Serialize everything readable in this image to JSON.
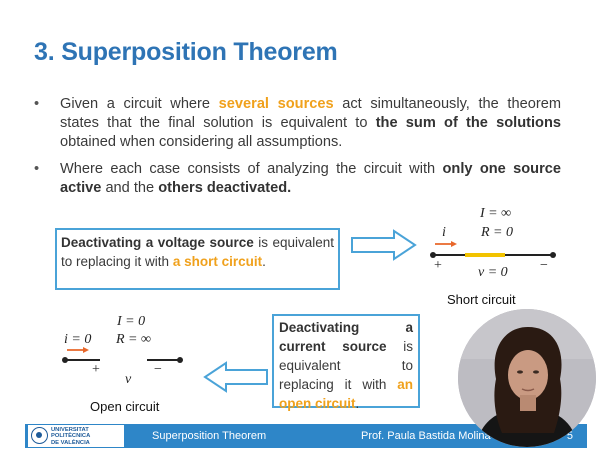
{
  "slide": {
    "title": "3. Superposition Theorem",
    "bullets": [
      {
        "pre": "Given a circuit where ",
        "hl1": "several sources",
        "mid": " act simultaneously, the theorem states that the final solution is equivalent to ",
        "hl2": "the sum of the solutions",
        "post": " obtained when considering all assumptions."
      },
      {
        "pre": "Where each case consists of analyzing the circuit with ",
        "hl1": "only one source active",
        "mid": " and the ",
        "hl2": "others deactivated.",
        "post": ""
      }
    ]
  },
  "voltage_box": {
    "b1": "Deactivating a voltage source",
    "t1": " is equivalent to replacing it with ",
    "o1": "a short circuit",
    "t2": "."
  },
  "current_box": {
    "b1": "Deactivating a current source",
    "t1": " is equivalent to replacing it with ",
    "o1": "an open circuit",
    "t2": "."
  },
  "short_circuit": {
    "i_label": "i",
    "R_label": "R = 0",
    "I_label": "I = ∞",
    "v_label": "v = 0",
    "plus": "+",
    "minus": "−",
    "caption": "Short circuit"
  },
  "open_circuit": {
    "i_label": "i = 0",
    "R_label": "R = ∞",
    "I_label": "I = 0",
    "v_label": "v",
    "plus": "+",
    "minus": "−",
    "caption": "Open circuit"
  },
  "footer": {
    "logo_line1": "UNIVERSITAT",
    "logo_line2": "POLITÈCNICA",
    "logo_line3": "DE VALÈNCIA",
    "title": "Superposition Theorem",
    "author": "Prof. Paula Bastida Molina",
    "page": "5"
  },
  "colors": {
    "title": "#2e74b5",
    "highlight": "#f0a11c",
    "box_border": "#4aa3d8",
    "footer": "#2e86c8",
    "arrow_current": "#e8672a",
    "short_wire": "#f2c300"
  }
}
